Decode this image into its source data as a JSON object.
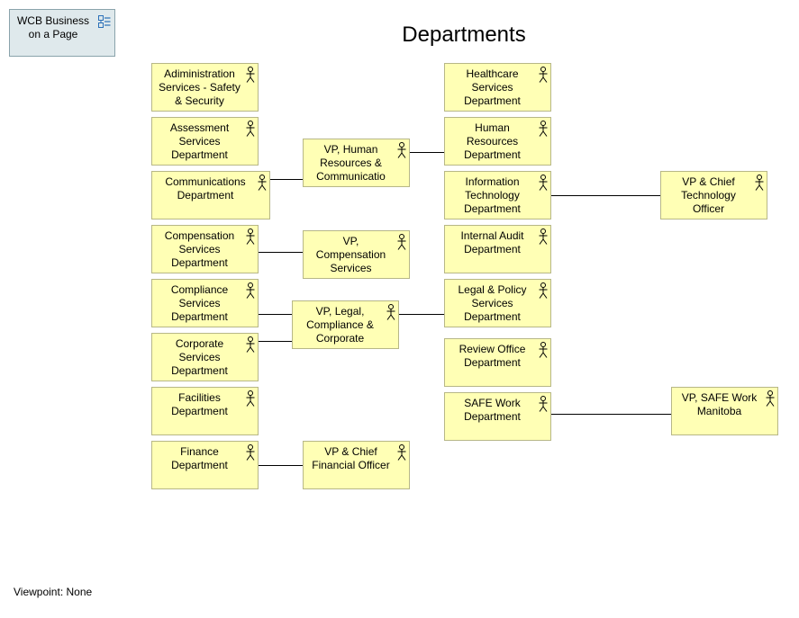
{
  "navigation": {
    "label": "WCB Business\non a Page",
    "icon": "business-view-icon"
  },
  "title": "Departments",
  "elements": [
    {
      "id": "admin",
      "label": "Adiministration\nServices - Safety\n& Security",
      "icon": "actor-icon"
    },
    {
      "id": "assessment",
      "label": "Assessment\nServices\nDepartment",
      "icon": "actor-icon"
    },
    {
      "id": "communications",
      "label": "Communications\nDepartment",
      "icon": "actor-icon"
    },
    {
      "id": "compensation",
      "label": "Compensation\nServices\nDepartment",
      "icon": "actor-icon"
    },
    {
      "id": "compliance",
      "label": "Compliance\nServices\nDepartment",
      "icon": "actor-icon"
    },
    {
      "id": "corporate",
      "label": "Corporate\nServices\nDepartment",
      "icon": "actor-icon"
    },
    {
      "id": "facilities",
      "label": "Facilities\nDepartment",
      "icon": "actor-icon"
    },
    {
      "id": "finance",
      "label": "Finance\nDepartment",
      "icon": "actor-icon"
    },
    {
      "id": "vp_hr",
      "label": "VP, Human\nResources &\nCommunicatio",
      "icon": "actor-icon"
    },
    {
      "id": "vp_comp",
      "label": "VP,\nCompensation\nServices",
      "icon": "actor-icon"
    },
    {
      "id": "vp_legal",
      "label": "VP, Legal,\nCompliance &\nCorporate",
      "icon": "actor-icon"
    },
    {
      "id": "vp_cfo",
      "label": "VP & Chief\nFinancial Officer",
      "icon": "actor-icon"
    },
    {
      "id": "healthcare",
      "label": "Healthcare\nServices\nDepartment",
      "icon": "actor-icon"
    },
    {
      "id": "human_resources",
      "label": "Human\nResources\nDepartment",
      "icon": "actor-icon"
    },
    {
      "id": "it",
      "label": "Information\nTechnology\nDepartment",
      "icon": "actor-icon"
    },
    {
      "id": "internal_audit",
      "label": "Internal Audit\nDepartment",
      "icon": "actor-icon"
    },
    {
      "id": "legal_policy",
      "label": "Legal & Policy\nServices\nDepartment",
      "icon": "actor-icon"
    },
    {
      "id": "review_office",
      "label": "Review Office\nDepartment",
      "icon": "actor-icon"
    },
    {
      "id": "safe_work",
      "label": "SAFE Work\nDepartment",
      "icon": "actor-icon"
    },
    {
      "id": "vp_cto",
      "label": "VP & Chief\nTechnology\nOfficer",
      "icon": "actor-icon"
    },
    {
      "id": "vp_safe",
      "label": "VP, SAFE Work\nManitoba",
      "icon": "actor-icon"
    }
  ],
  "connections": [
    {
      "from": "communications",
      "to": "vp_hr"
    },
    {
      "from": "vp_hr",
      "to": "human_resources"
    },
    {
      "from": "compensation",
      "to": "vp_comp"
    },
    {
      "from": "compliance",
      "to": "vp_legal"
    },
    {
      "from": "corporate",
      "to": "vp_legal"
    },
    {
      "from": "vp_legal",
      "to": "legal_policy"
    },
    {
      "from": "finance",
      "to": "vp_cfo"
    },
    {
      "from": "it",
      "to": "vp_cto"
    },
    {
      "from": "safe_work",
      "to": "vp_safe"
    }
  ],
  "footer": {
    "viewpoint": "Viewpoint: None"
  },
  "colors": {
    "actor_fill": "#ffffb5",
    "actor_border": "#b7b787",
    "nav_fill": "#dfe9ec",
    "connector": "#000000"
  }
}
